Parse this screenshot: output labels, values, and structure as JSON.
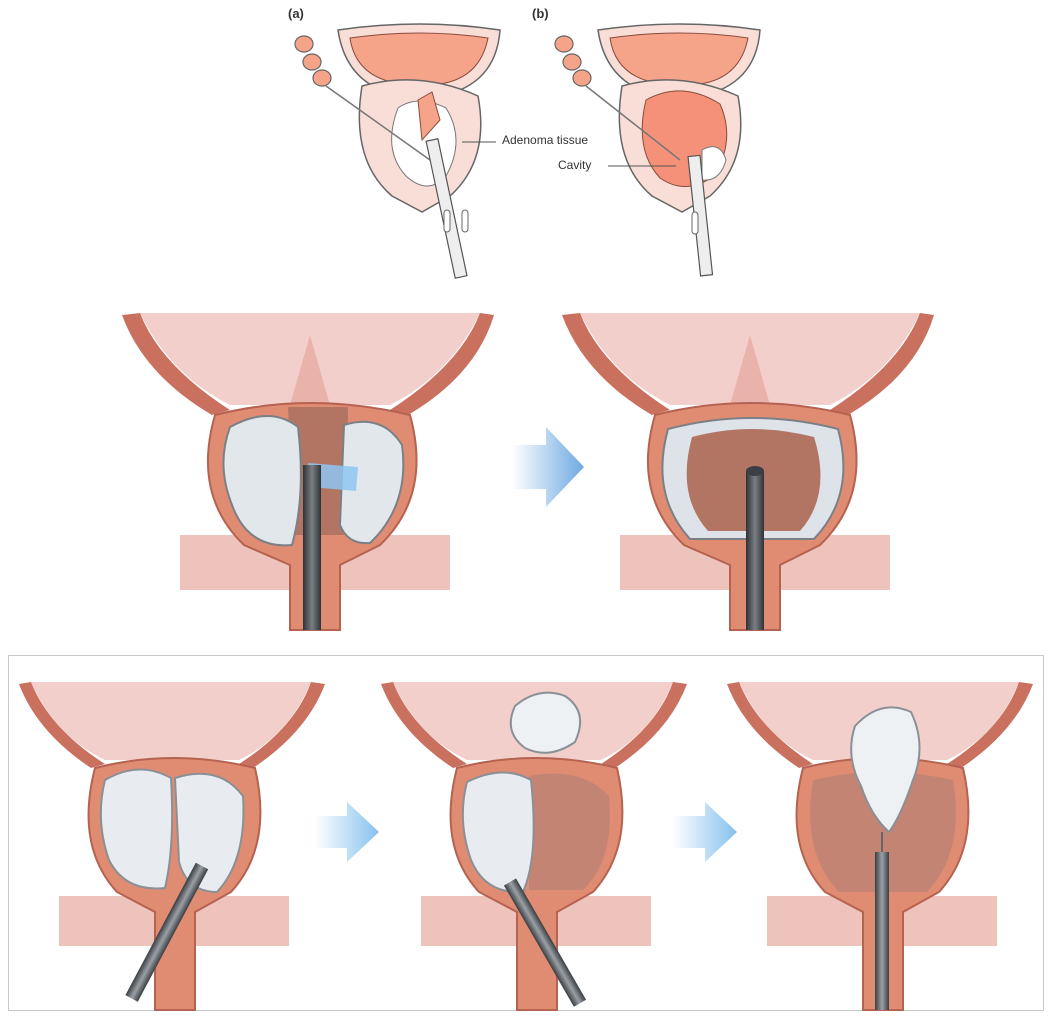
{
  "top_row": {
    "panel_a": {
      "letter": "(a)",
      "callout": "Adenoma tissue"
    },
    "panel_b": {
      "letter": "(b)",
      "callout": "Cavity"
    }
  },
  "middle_row": {
    "steps": [
      "adenoma-with-scope",
      "cavity-after-resection"
    ]
  },
  "bottom_row": {
    "steps": [
      "enucleation-start",
      "lobe-pushed-into-bladder",
      "morcellation"
    ]
  },
  "colors": {
    "tissue": "#f2c9c4",
    "muscle": "#c9705e",
    "adenoma": "#e4e9ee",
    "cavity": "#c48474",
    "arrow": "#7fb6e6",
    "scope": "#55595e",
    "line_art_fill": "#f5a48a"
  }
}
